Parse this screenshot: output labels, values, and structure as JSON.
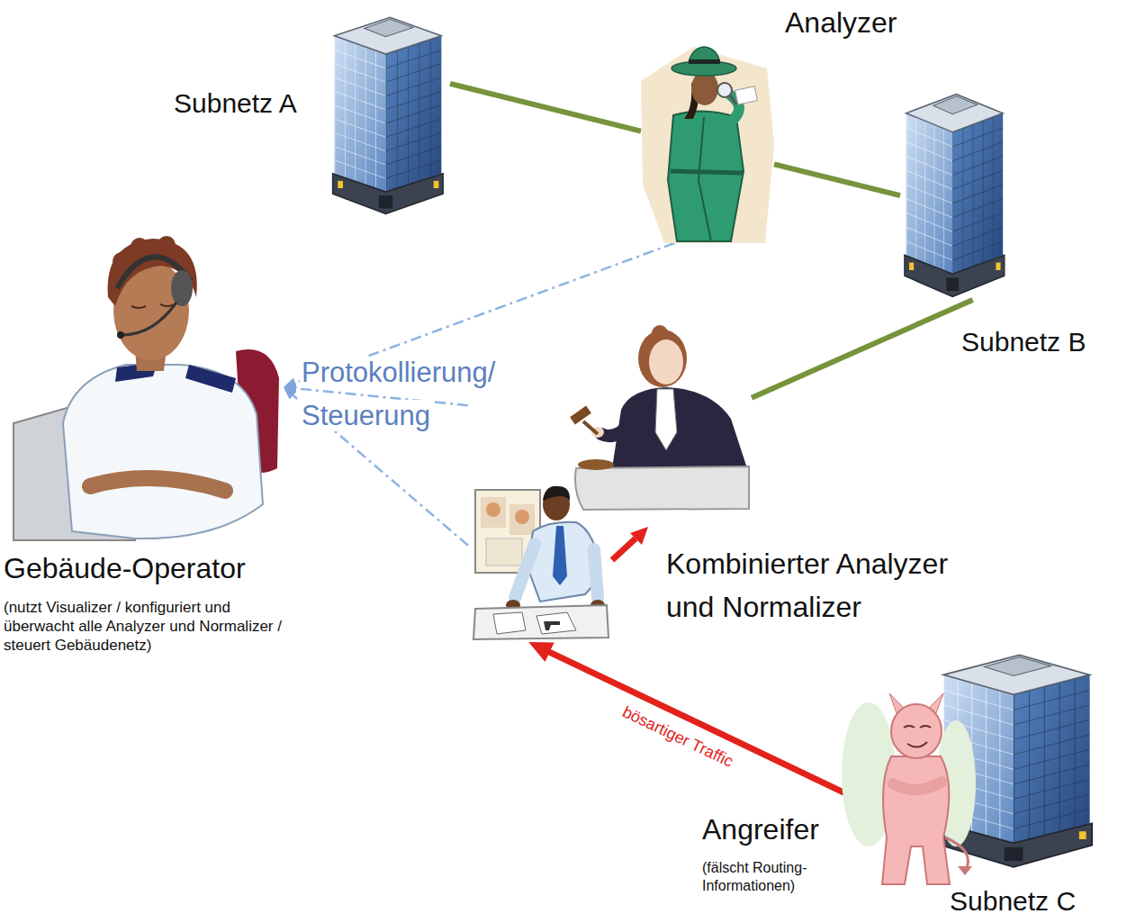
{
  "diagram": {
    "nodes": [
      {
        "text": [
          "Subnetz A"
        ]
      },
      {
        "text": [
          "Analyzer"
        ]
      },
      {
        "text": [
          "Subnetz B"
        ]
      },
      {
        "text": [
          "Gebäude-Operator",
          "(nutzt Visualizer / konfiguriert und überwacht alle Analyzer und Normalizer / steuert Gebäudenetz)"
        ]
      },
      {
        "text": [
          "Kombinierter Analyzer und Normalizer"
        ]
      },
      {
        "text": [
          "Angreifer",
          "(fälscht Routing-Informationen)"
        ]
      },
      {
        "text": [
          "Subnetz C"
        ]
      }
    ],
    "edges": [
      {
        "from": 0,
        "to": 1,
        "arrow": "none"
      },
      {
        "from": 1,
        "to": 2,
        "arrow": "none"
      },
      {
        "from": 2,
        "to": 4,
        "arrow": "none"
      },
      {
        "from": 5,
        "to": 4,
        "arrow": "to",
        "label": "bösartiger Traffic"
      },
      {
        "from": 1,
        "to": 3,
        "arrow": "to"
      },
      {
        "from": 4,
        "to": 3,
        "arrow": "to",
        "label": "Protokollierung/ Steuerung"
      }
    ]
  }
}
